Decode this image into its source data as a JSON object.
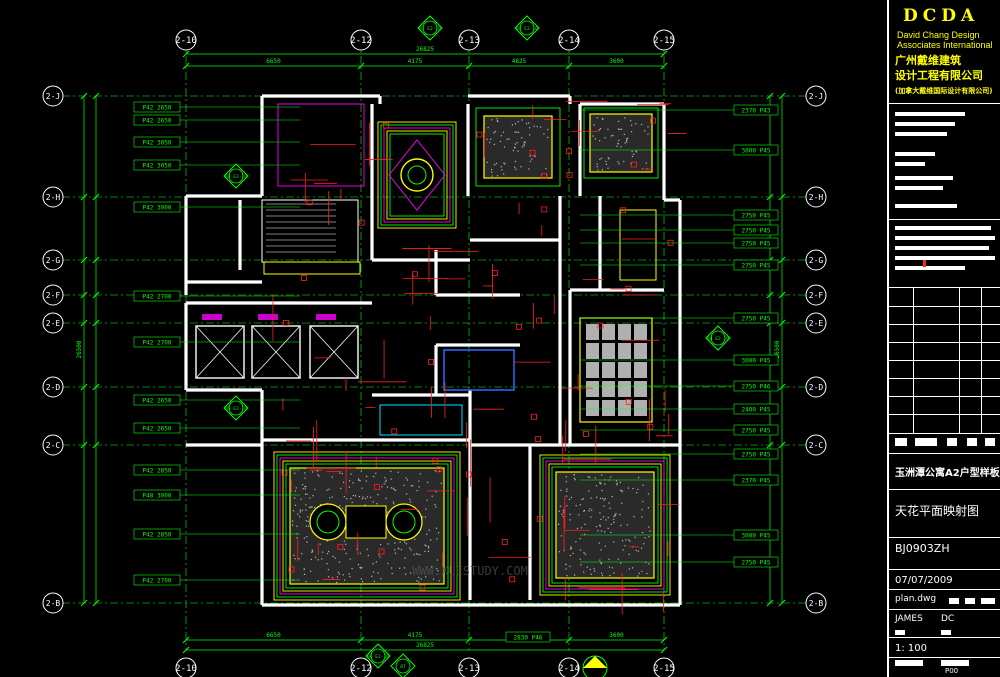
{
  "drawing": {
    "overall_dims": {
      "top": "26825",
      "bottom": "26825",
      "left": "26500",
      "right": "26500"
    },
    "segment_dims_top": [
      "6650",
      "4175",
      "4825",
      "3600"
    ],
    "segment_dims_bottom": [
      "6650",
      "4175",
      "4825",
      "3600"
    ],
    "col_axes": [
      "2-10",
      "2-12",
      "2-13",
      "2-14",
      "2-15"
    ],
    "row_axes": [
      "2-J",
      "2-H",
      "2-G",
      "2-F",
      "2-E",
      "2-D",
      "2-C",
      "2-B"
    ],
    "left_heights": [
      "P42 2650",
      "P42 2650",
      "P42 3050",
      "P42 3050",
      "P42 3000",
      "P42 2700",
      "P42 2700",
      "P42 2650",
      "P42 2650",
      "P42 2850",
      "P48 3000",
      "P42 2850",
      "P42 2700"
    ],
    "right_heights": [
      "2370 P43",
      "3000 P45",
      "2750 P45",
      "2750 P45",
      "2750 P45",
      "2750 P45",
      "2750 P45",
      "3000 P45",
      "2750 P46",
      "2400 P45",
      "2750 P45",
      "2750 P45",
      "2370 P45",
      "3000 P45",
      "2750 P45"
    ],
    "tags": [
      "01 E2-10",
      "02 E2-10",
      "03 E2-10",
      "04 E2-10",
      "05 E2-10",
      "06 E2-10",
      "07"
    ],
    "bottom_note": "2830 P46",
    "watermark": "WWW.XUESTUDY.COM"
  },
  "colors": {
    "background": "#000000",
    "wall": "#ffffff",
    "axis": "#00ff00",
    "annotation": "#ff2020",
    "yellow": "#ffff00",
    "cyan": "#00e5ff",
    "magenta": "#ff00ff",
    "blue": "#2b6bff"
  },
  "title_block": {
    "firm_letters": "DCDA",
    "firm_en_line1": "David Chang Design",
    "firm_en_line2": "Associates International",
    "firm_cn_line1": "广州戴维建筑",
    "firm_cn_line2": "设计工程有限公司",
    "firm_cn_line3": "(加拿大戴维国际设计有限公司)",
    "project_name": "玉洲潭公寓A2户型样板房",
    "sheet_title": "天花平面映射图",
    "drawing_no": "BJ0903ZH",
    "date": "07/07/2009",
    "file_name": "plan.dwg",
    "drawn_by": "JAMES",
    "checked_by": "DC",
    "scale": "1: 100",
    "sheet_no": "P00"
  }
}
